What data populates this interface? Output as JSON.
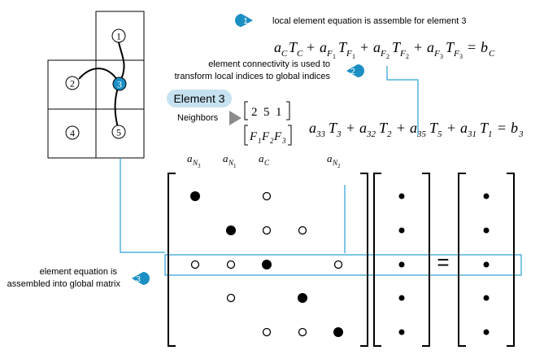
{
  "colors": {
    "accent": "#1b8fc4",
    "highlight_line": "#2aa0d2",
    "element_badge_bg": "#c6e2f0",
    "arrow_gray": "#8c8c8c",
    "ink": "#000000"
  },
  "mesh": {
    "cells": [
      "1",
      "2",
      "3",
      "4",
      "5"
    ]
  },
  "steps": [
    {
      "number": "1",
      "text": "local element equation is assemble for element 3"
    },
    {
      "number": "2",
      "text_line1": "element connectivity is used to",
      "text_line2": "transform local indices to global indices"
    },
    {
      "number": "3",
      "text_line1": "element equation is",
      "text_line2": "assembled into global matrix"
    }
  ],
  "element_info": {
    "title": "Element 3",
    "neighbors_label": "Neighbors",
    "neighbor_indices": "2  5  1",
    "face_row": [
      "F",
      "F",
      "F"
    ],
    "face_subscripts": [
      "1",
      "2",
      "3"
    ]
  },
  "equations": {
    "local": {
      "terms": [
        {
          "coef": "a",
          "coef_sub": "C",
          "var": "T",
          "var_sub": "C"
        },
        {
          "coef": "a",
          "coef_sub": "F",
          "coef_subsub": "1",
          "var": "T",
          "var_sub": "F",
          "var_subsub": "1"
        },
        {
          "coef": "a",
          "coef_sub": "F",
          "coef_subsub": "2",
          "var": "T",
          "var_sub": "F",
          "var_subsub": "2"
        },
        {
          "coef": "a",
          "coef_sub": "F",
          "coef_subsub": "3",
          "var": "T",
          "var_sub": "F",
          "var_subsub": "3"
        }
      ],
      "rhs": "b",
      "rhs_sub": "C"
    },
    "global": {
      "terms": [
        {
          "coef": "a",
          "coef_sub": "33",
          "var": "T",
          "var_sub": "3"
        },
        {
          "coef": "a",
          "coef_sub": "32",
          "var": "T",
          "var_sub": "2"
        },
        {
          "coef": "a",
          "coef_sub": "35",
          "var": "T",
          "var_sub": "5"
        },
        {
          "coef": "a",
          "coef_sub": "31",
          "var": "T",
          "var_sub": "1"
        }
      ],
      "rhs": "b",
      "rhs_sub": "3"
    }
  },
  "matrix": {
    "column_labels": [
      {
        "main": "a",
        "sub": "N",
        "subsub": "3"
      },
      {
        "main": "a",
        "sub": "N",
        "subsub": "1"
      },
      {
        "main": "a",
        "sub": "C"
      },
      {
        "main": "a",
        "sub": "N",
        "subsub": "2"
      }
    ],
    "equals_sign": "=",
    "rows": [
      [
        "filled",
        "",
        "open",
        "",
        ""
      ],
      [
        "",
        "filled",
        "open",
        "open",
        ""
      ],
      [
        "open",
        "open",
        "filled",
        "",
        "open"
      ],
      [
        "",
        "open",
        "",
        "filled",
        ""
      ],
      [
        "",
        "",
        "open",
        "open",
        "filled"
      ]
    ],
    "vector_rows": 5
  }
}
